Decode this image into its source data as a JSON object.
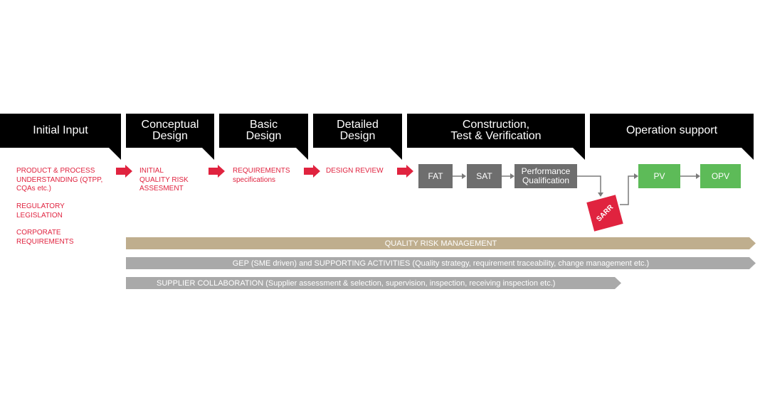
{
  "phases": [
    {
      "label": "Initial Input"
    },
    {
      "label": "Conceptual\nDesign"
    },
    {
      "label": "Basic\nDesign"
    },
    {
      "label": "Detailed\nDesign"
    },
    {
      "label": "Construction,\nTest & Verification"
    },
    {
      "label": "Operation support"
    }
  ],
  "inputs": {
    "product": "PRODUCT & PROCESS\nUNDERSTANDING (QTPP,\nCQAs etc.)",
    "regulatory": "REGULATORY\nLEGISLATION",
    "corporate": "CORPORATE\nREQUIREMENTS"
  },
  "conceptual_text": "INITIAL\nQUALITY RISK\nASSESMENT",
  "basic_text": {
    "main": "REQUIREMENTS",
    "sub": "specifications"
  },
  "detailed_text": "DESIGN REVIEW",
  "construction_boxes": {
    "fat": "FAT",
    "sat": "SAT",
    "pq": "Performance\nQualification"
  },
  "sarr": "SARR",
  "operation_boxes": {
    "pv": "PV",
    "opv": "OPV"
  },
  "bands": {
    "qrm": "QUALITY RISK MANAGEMENT",
    "gep": "GEP (SME driven) and SUPPORTING ACTIVITIES (Quality strategy, requirement traceability, change management  etc.)",
    "supplier": "SUPPLIER COLLABORATION (Supplier assessment & selection, supervision, inspection, receiving inspection etc.)"
  },
  "colors": {
    "red": "#e0233f",
    "black": "#000000",
    "grey_box": "#6e6e6e",
    "green_box": "#5dbb58",
    "qrm_band": "#bfae8e",
    "gray_band": "#a9a9a9"
  }
}
